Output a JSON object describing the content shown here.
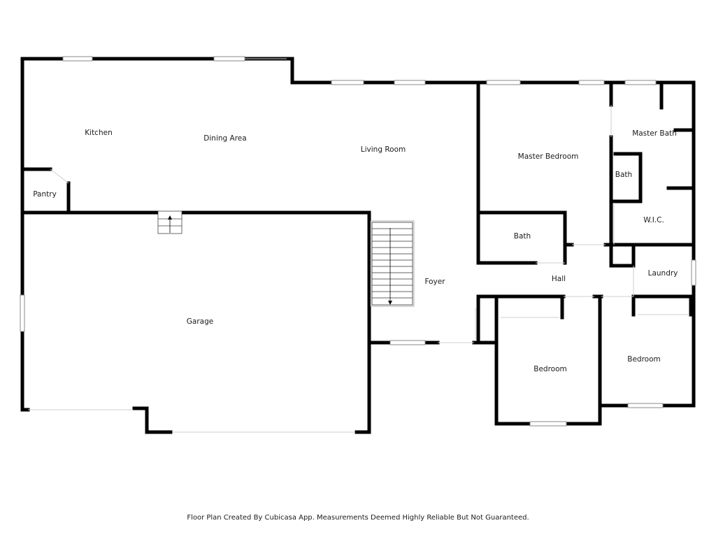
{
  "rooms": {
    "kitchen": "Kitchen",
    "dining_area": "Dining Area",
    "living_room": "Living Room",
    "master_bedroom": "Master Bedroom",
    "master_bath": "Master Bath",
    "bath_small": "Bath",
    "pantry": "Pantry",
    "wic": "W.I.C.",
    "bath": "Bath",
    "laundry": "Laundry",
    "hall": "Hall",
    "foyer": "Foyer",
    "garage": "Garage",
    "bedroom_1": "Bedroom",
    "bedroom_2": "Bedroom"
  },
  "footer": "Floor Plan Created By Cubicasa App. Measurements Deemed Highly Reliable But Not Guaranteed.",
  "colors": {
    "wall": "#000000",
    "window": "#999999",
    "background": "#ffffff"
  }
}
